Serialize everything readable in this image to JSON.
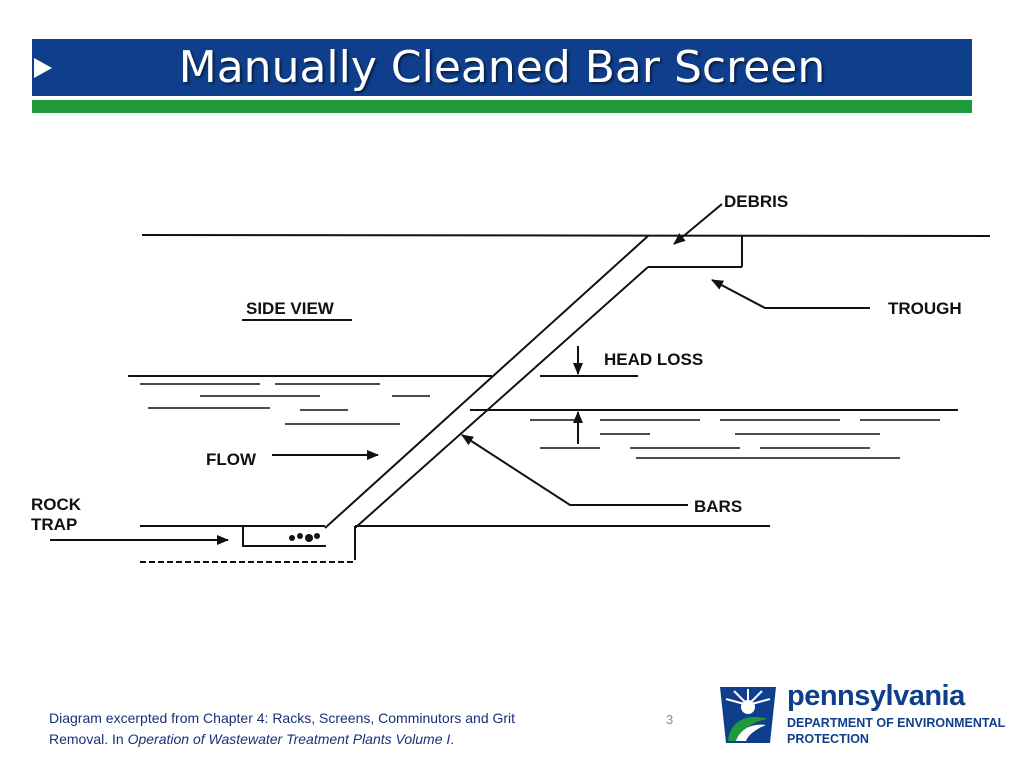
{
  "slide": {
    "title": "Manually Cleaned Bar Screen",
    "page_number": "3",
    "colors": {
      "title_band": "#0f3f8c",
      "rule": "#1f9a3b",
      "caption": "#1a2f7a"
    }
  },
  "diagram": {
    "labels": {
      "debris": "DEBRIS",
      "trough": "TROUGH",
      "side_view": "SIDE VIEW",
      "head_loss": "HEAD LOSS",
      "flow": "FLOW",
      "bars": "BARS",
      "rock": "ROCK",
      "trap": "TRAP"
    }
  },
  "caption": {
    "line1": "Diagram excerpted from Chapter 4:  Racks, Screens, Comminutors and Grit",
    "line2_prefix": "Removal.  In ",
    "line2_italic": "Operation of Wastewater Treatment Plants Volume I",
    "line2_suffix": "."
  },
  "logo": {
    "name": "pennsylvania",
    "dept_line1": "DEPARTMENT OF ENVIRONMENTAL",
    "dept_line2": "PROTECTION",
    "icon": "keystone-icon"
  }
}
